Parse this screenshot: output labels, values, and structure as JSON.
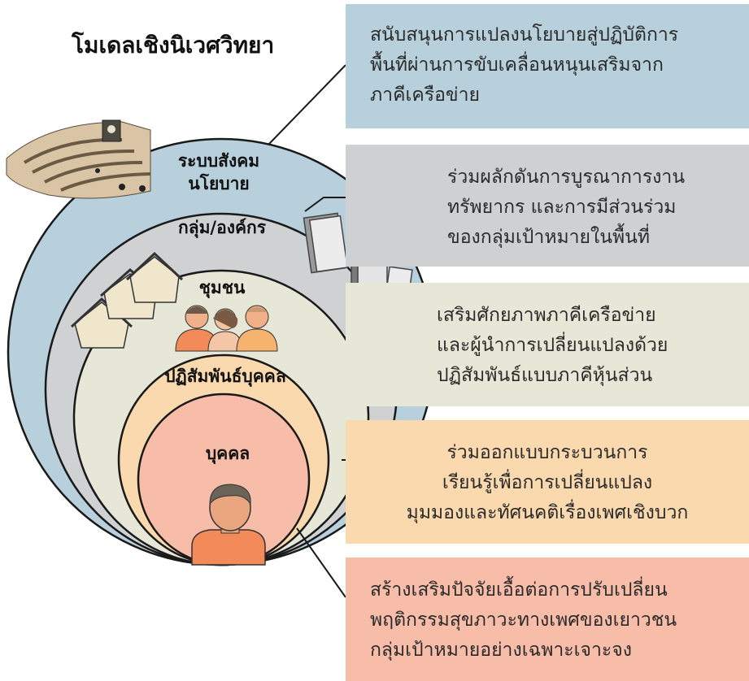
{
  "title": "โมเดลเชิงนิเวศวิทยา",
  "rings": [
    {
      "label_lines": [
        "ระบบสังคม",
        "นโยบาย"
      ],
      "color": "#b7d0dc"
    },
    {
      "label_lines": [
        "กลุ่ม/องค์กร"
      ],
      "color": "#d0d1d3"
    },
    {
      "label_lines": [
        "ชุมชน"
      ],
      "color": "#e7e7d8"
    },
    {
      "label_lines": [
        "ปฏิสัมพันธ์บุคคล"
      ],
      "color": "#fbd9ae"
    },
    {
      "label_lines": [
        "บุคคล"
      ],
      "color": "#f8bda9"
    }
  ],
  "boxes": [
    {
      "lines": [
        "สนับสนุนการแปลงนโยบายสู่ปฏิบัติการ",
        "พื้นที่ผ่านการขับเคลื่อนหนุนเสริมจาก",
        "ภาคีเครือข่าย"
      ],
      "color": "#b7d0dc"
    },
    {
      "lines": [
        "ร่วมผลักดันการบูรณาการงาน",
        "ทรัพยากร และการมีส่วนร่วม",
        "ของกลุ่มเป้าหมายในพื้นที่"
      ],
      "color": "#cfd0d2"
    },
    {
      "lines": [
        "เสริมศักยภาพภาคีเครือข่าย",
        "และผู้นำการเปลี่ยนแปลงด้วย",
        "ปฏิสัมพันธ์แบบภาคีหุ้นส่วน"
      ],
      "color": "#e7e7d8"
    },
    {
      "lines": [
        "ร่วมออกแบบกระบวนการ",
        "เรียนรู้เพื่อการเปลี่ยนแปลง",
        "มุมมองและทัศนคติเรื่องเพศเชิงบวก"
      ],
      "color": "#fbd9ae"
    },
    {
      "lines": [
        "สร้างเสริมปัจจัยเอื้อต่อการปรับเปลี่ยน",
        "พฤติกรรมสุขภาวะทางเพศของเยาวชน",
        "กลุ่มเป้าหมายอย่างเฉพาะเจาะจง"
      ],
      "color": "#f8bda9"
    }
  ]
}
